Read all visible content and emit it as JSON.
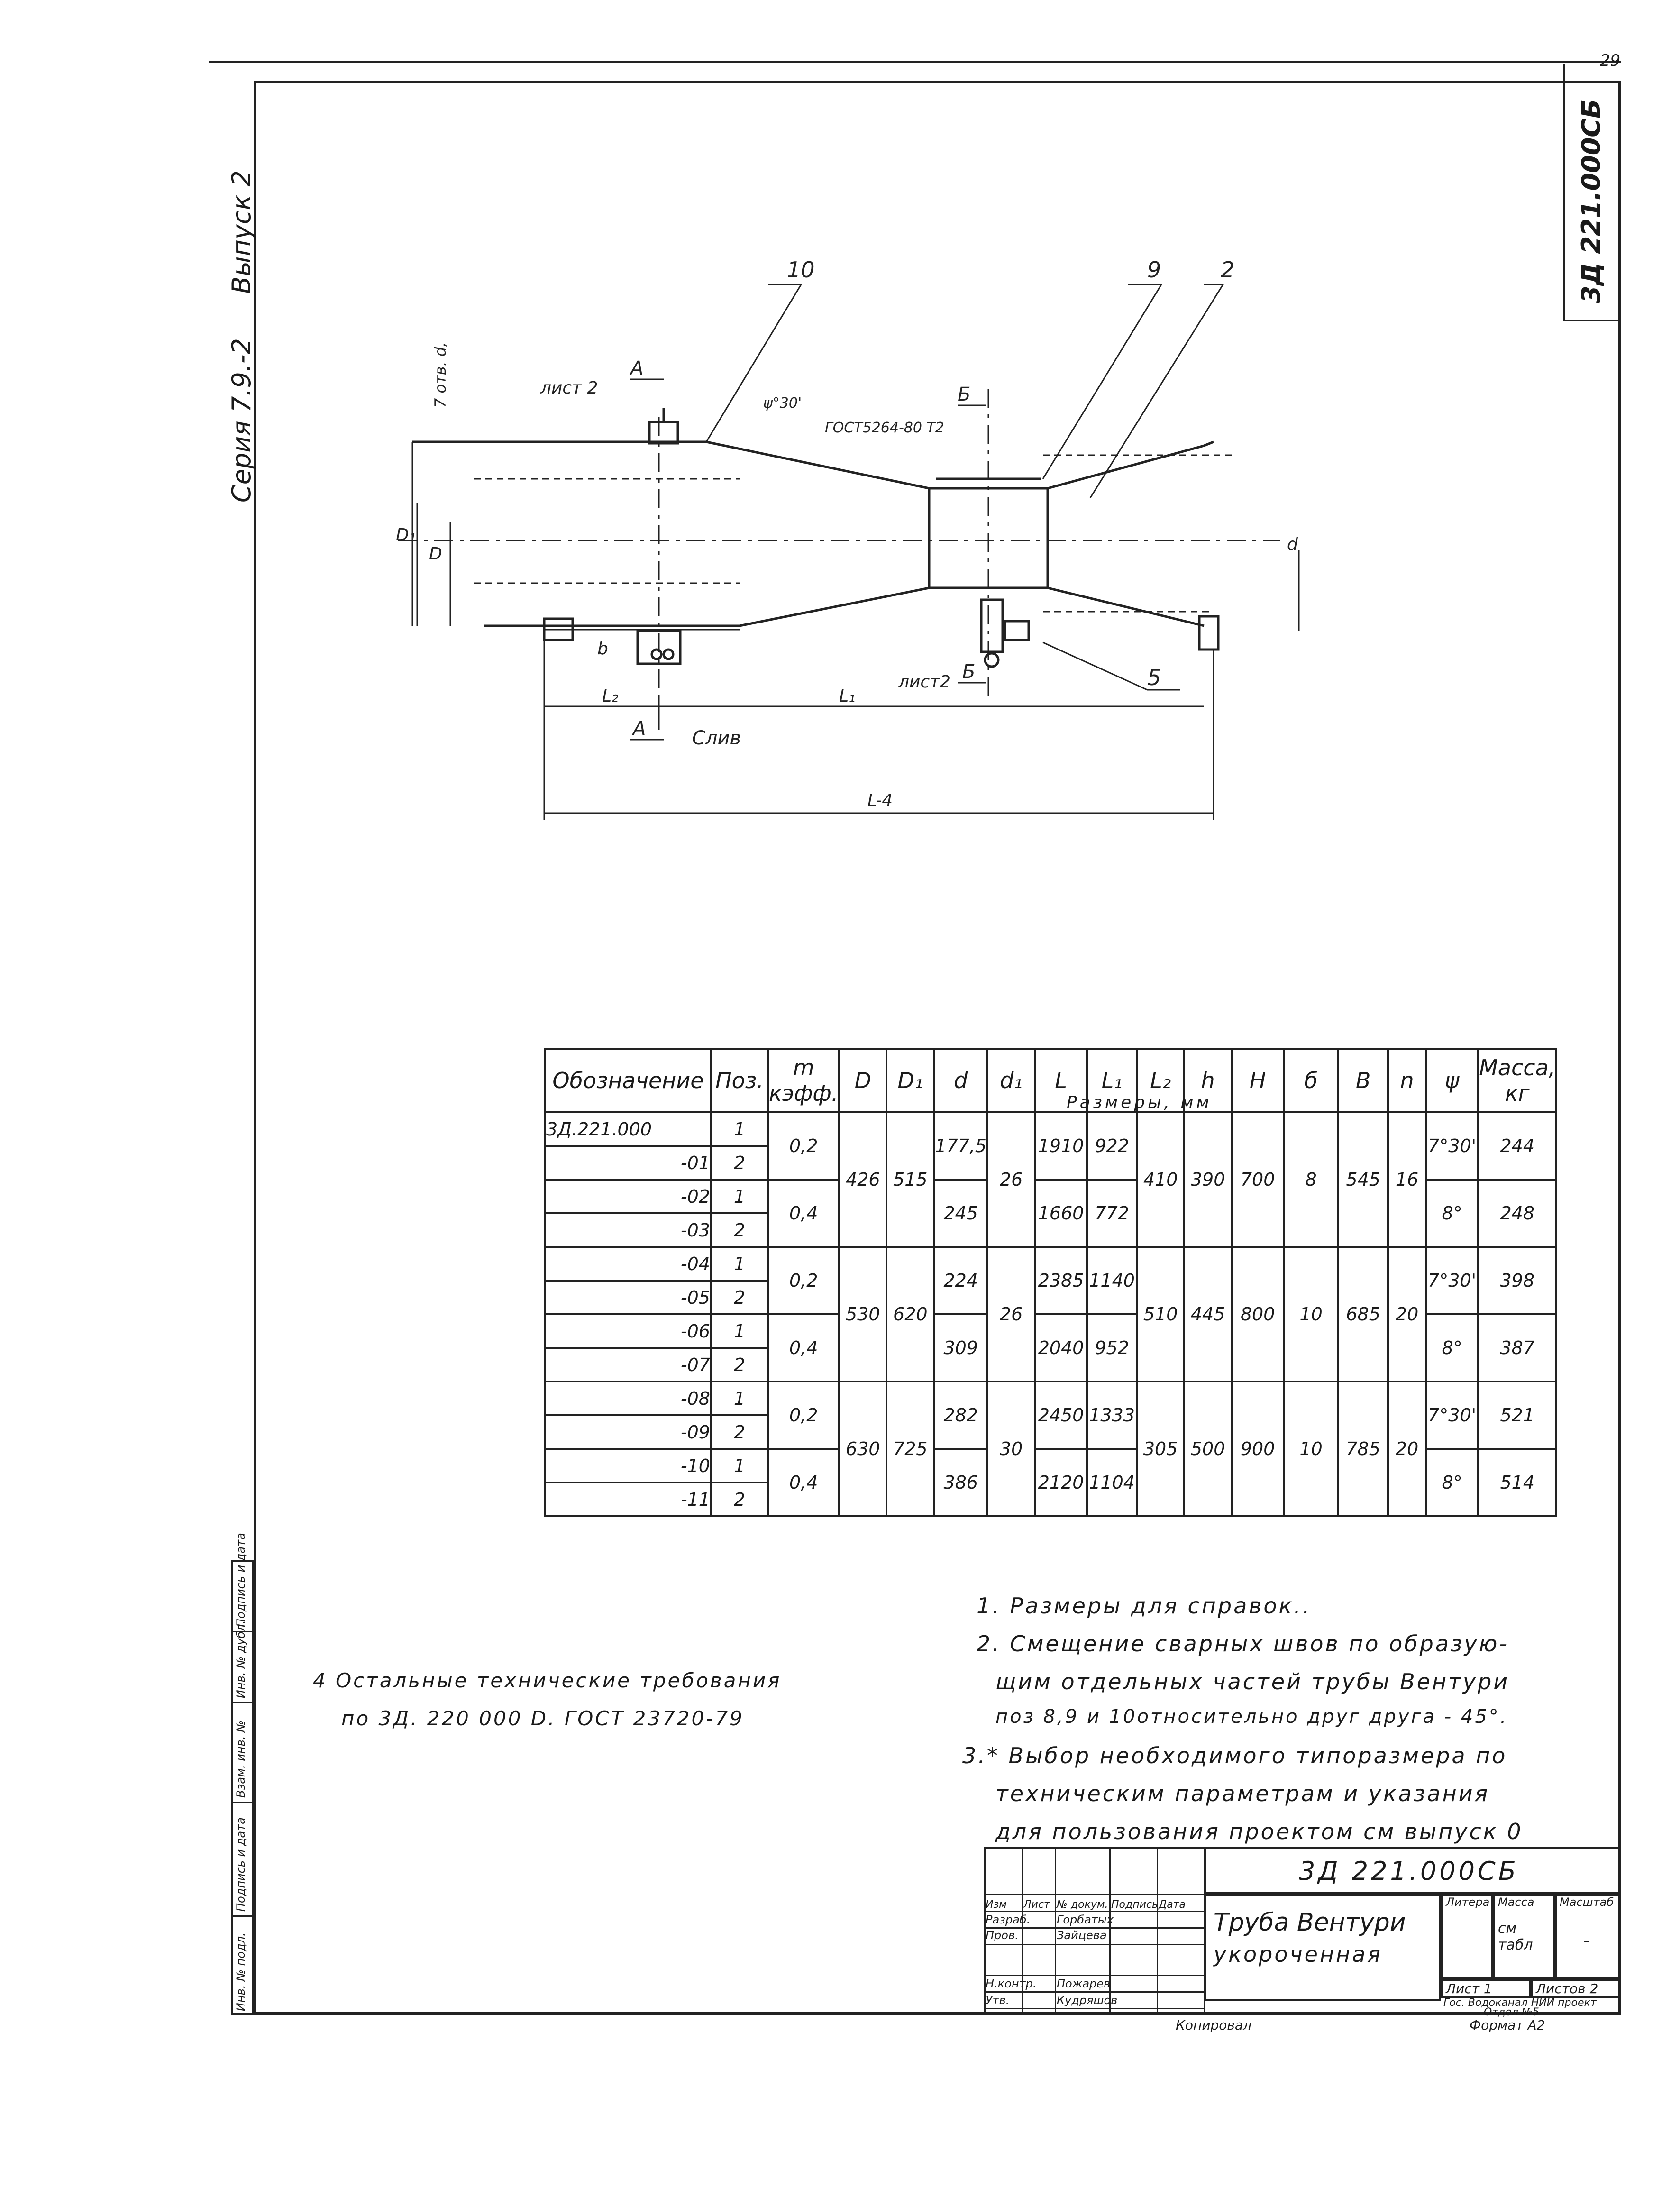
{
  "sheet": {
    "page_number": "29",
    "side_code": "3Д 221.000СБ",
    "series_label": "Серия 7.9.-2",
    "issue_label": "Выпуск 2"
  },
  "drawing": {
    "callouts": [
      "10",
      "9",
      "2",
      "5"
    ],
    "labels": {
      "sheet2_top": "лист 2",
      "section_a_top": "А",
      "section_a_bottom": "А",
      "section_b_top": "Б",
      "section_b_bottom": "Б",
      "sheet2_bottom": "лист2",
      "drain": "Слив",
      "hole_top": "7 отв. d,",
      "angle": "ψ°30'",
      "weld_note": "ГОСТ5264-80 Т2",
      "dim_D1": "D₁",
      "dim_D": "D",
      "dim_d": "d",
      "dim_b": "b",
      "dim_L2": "L₂",
      "dim_L1": "L₁",
      "dim_L": "L-4"
    }
  },
  "spec_table": {
    "headers": [
      "Обозначение",
      "Поз.",
      "m кэфф.",
      "D",
      "D₁",
      "d",
      "d₁",
      "L",
      "L₁",
      "L₂",
      "h",
      "H",
      "б",
      "B",
      "n",
      "ψ",
      "Масса, кг"
    ],
    "dims_caption": "Размеры, мм",
    "rows": [
      {
        "code": "3Д.221.000",
        "pos": "1"
      },
      {
        "code": "-01",
        "pos": "2"
      },
      {
        "code": "-02",
        "pos": "1"
      },
      {
        "code": "-03",
        "pos": "2"
      },
      {
        "code": "-04",
        "pos": "1"
      },
      {
        "code": "-05",
        "pos": "2"
      },
      {
        "code": "-06",
        "pos": "1"
      },
      {
        "code": "-07",
        "pos": "2"
      },
      {
        "code": "-08",
        "pos": "1"
      },
      {
        "code": "-09",
        "pos": "2"
      },
      {
        "code": "-10",
        "pos": "1"
      },
      {
        "code": "-11",
        "pos": "2"
      }
    ],
    "groups": [
      {
        "m": [
          "0,2",
          "0,4"
        ],
        "D": "426",
        "D1": "515",
        "d": [
          "177,5",
          "245"
        ],
        "d1": "26",
        "L": [
          "1910",
          "1660"
        ],
        "L1": [
          "922",
          "772"
        ],
        "L2": "410",
        "h": "390",
        "H": "700",
        "b": "8",
        "B": "545",
        "n": "16",
        "psi": [
          "7°30'",
          "8°"
        ],
        "mass": [
          "244",
          "248"
        ]
      },
      {
        "m": [
          "0,2",
          "0,4"
        ],
        "D": "530",
        "D1": "620",
        "d": [
          "224",
          "309"
        ],
        "d1": "26",
        "L": [
          "2385",
          "2040"
        ],
        "L1": [
          "1140",
          "952"
        ],
        "L2": "510",
        "h": "445",
        "H": "800",
        "b": "10",
        "B": "685",
        "n": "20",
        "psi": [
          "7°30'",
          "8°"
        ],
        "mass": [
          "398",
          "387"
        ]
      },
      {
        "m": [
          "0,2",
          "0,4"
        ],
        "D": "630",
        "D1": "725",
        "d": [
          "282",
          "386"
        ],
        "d1": "30",
        "L": [
          "2450",
          "2120"
        ],
        "L1": [
          "1333",
          "1104"
        ],
        "L2": "305",
        "h": "500",
        "H": "900",
        "b": "10",
        "B": "785",
        "n": "20",
        "psi": [
          "7°30'",
          "8°"
        ],
        "mass": [
          "521",
          "514"
        ]
      }
    ]
  },
  "notes": {
    "n1": "1. Размеры для справок..",
    "n2a": "2. Смещение сварных швов по образую-",
    "n2b": "щим отдельных частей трубы Вентури",
    "n2c": "поз 8,9 и 10относительно друг друга - 45°.",
    "n3a": "3.* Выбор необходимого типоразмера по",
    "n3b": "техническим параметрам и указания",
    "n3c": "для пользования проектом см выпуск 0",
    "n4a": "4 Остальные технические требования",
    "n4b": "по 3Д. 220 000 D. ГОСТ 23720-79"
  },
  "title_block": {
    "code": "3Д 221.000СБ",
    "name1": "Труба Вентури",
    "name2": "укороченная",
    "hdr": [
      "Изм",
      "Лист",
      "№ докум.",
      "Подпись",
      "Дата"
    ],
    "rows": [
      [
        "Разраб.",
        "Горбатых"
      ],
      [
        "Пров.",
        "Зайцева"
      ],
      [
        "Н.контр.",
        "Пожарев"
      ],
      [
        "Утв.",
        "Кудряшов"
      ]
    ],
    "litera": "Литера",
    "massa": "Масса",
    "scale": "Масштаб",
    "massa_val": "см табл",
    "scale_val": "-",
    "sheet": "Лист 1",
    "sheets": "Листов 2",
    "org1": "Гос. Водоканал НИИ проект",
    "org2": "Отдел №5",
    "copied": "Копировал",
    "format": "Формат А2"
  },
  "left_strip": [
    "Инв. № подл.",
    "Подпись и дата",
    "Взам. инв. №",
    "Инв. № дубл.",
    "Подпись и дата"
  ]
}
